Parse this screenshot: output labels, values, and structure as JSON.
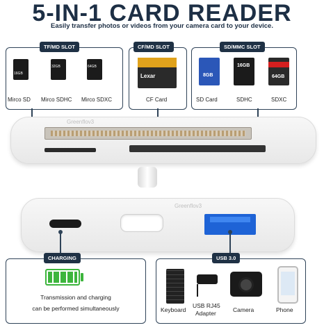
{
  "title": "5-IN-1 CARD READER",
  "subtitle": "Easily transfer photos or videos from your camera card to your device.",
  "slots": {
    "tf": {
      "tag": "TF/MD SLOT",
      "cards": [
        {
          "label": "Mirco SD",
          "text": "16GB",
          "color": "#1b1b1b"
        },
        {
          "label": "Mirco SDHC",
          "text": "32GB",
          "color": "#1b1b1b"
        },
        {
          "label": "Mirco SDXC",
          "text": "64GB",
          "color": "#1b1b1b"
        }
      ]
    },
    "cf": {
      "tag": "CF/MD SLOT",
      "cards": [
        {
          "label": "CF Card",
          "text": "Lexar",
          "color": "#2a2a2a",
          "accent": "#e0a21c"
        }
      ]
    },
    "sd": {
      "tag": "SD/MMC SLOT",
      "cards": [
        {
          "label": "SD Card",
          "text": "8GB",
          "color": "#2b57b8"
        },
        {
          "label": "SDHC",
          "text": "16GB",
          "color": "#1b1b1b"
        },
        {
          "label": "SDXC",
          "text": "64GB",
          "color": "#2a2a2a",
          "accent": "#d41f1f"
        }
      ]
    }
  },
  "charging": {
    "tag": "CHARGING",
    "line1": "Transmission and charging",
    "line2": "can be performed simultaneously",
    "battery_color": "#3db53d"
  },
  "usb": {
    "tag": "USB 3.0",
    "devices": [
      {
        "label": "Keyboard"
      },
      {
        "label": "USB RJ45",
        "label2": "Adapter"
      },
      {
        "label": "Camera"
      },
      {
        "label": "Phone"
      }
    ]
  },
  "watermark": "Greenflov3",
  "colors": {
    "navy": "#1f3145",
    "usb_blue": "#1e63d6"
  }
}
